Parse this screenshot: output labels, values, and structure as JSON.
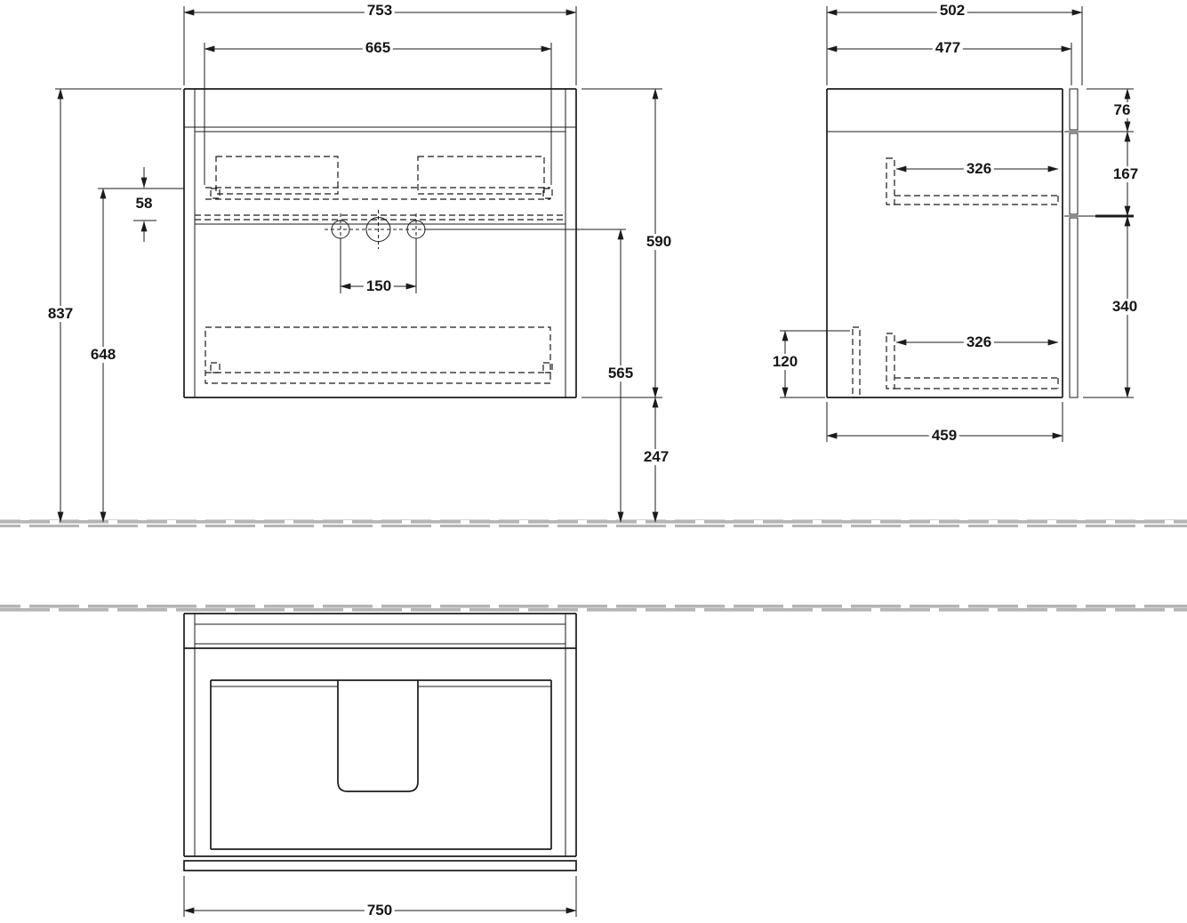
{
  "colors": {
    "background": "#ffffff",
    "lines": "#1b1b1b",
    "floor_hatch": "#b5b5b5"
  },
  "front": {
    "width_total": "753",
    "width_drawer": "665",
    "offset_rail": "58",
    "height_total": "837",
    "height_to_rail": "648",
    "faucet_spacing": "150",
    "height_unit": "590",
    "height_drain": "565",
    "floor_clearance": "247"
  },
  "side": {
    "depth_total": "502",
    "depth_unit": "477",
    "top_section": "76",
    "upper_front": "167",
    "upper_rail": "326",
    "lower_front": "340",
    "lower_rail": "326",
    "recess_height": "120",
    "depth_bottom": "459"
  },
  "plan": {
    "width": "750"
  }
}
